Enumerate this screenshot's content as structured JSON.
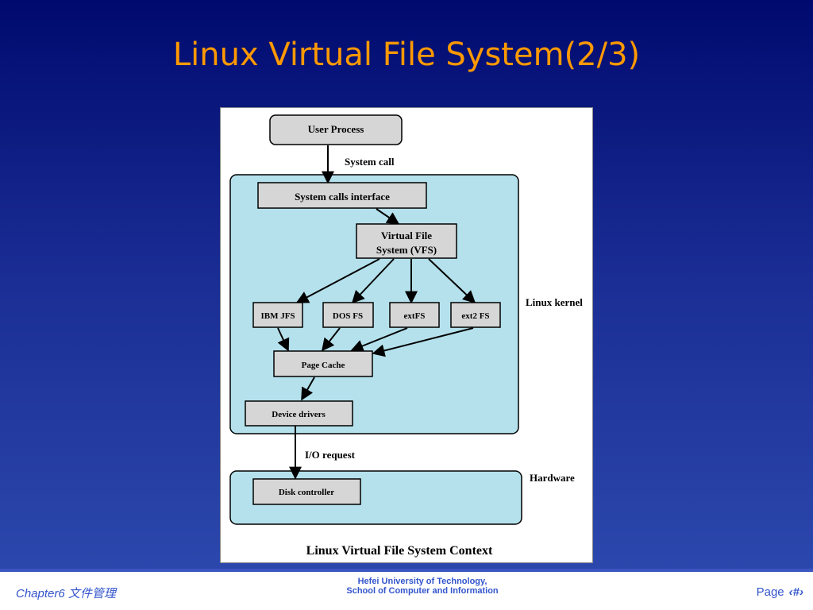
{
  "slide": {
    "title": "Linux Virtual File System(2/3)"
  },
  "diagram": {
    "nodes": {
      "user_process": "User Process",
      "syscall_interface": "System calls interface",
      "vfs_line1": "Virtual File",
      "vfs_line2": "System (VFS)",
      "ibm_jfs": "IBM JFS",
      "dos_fs": "DOS FS",
      "extfs": "extFS",
      "ext2fs": "ext2 FS",
      "page_cache": "Page Cache",
      "device_drivers": "Device drivers",
      "disk_controller": "Disk controller"
    },
    "labels": {
      "system_call": "System call",
      "io_request": "I/O request",
      "linux_kernel": "Linux kernel",
      "hardware": "Hardware"
    },
    "caption": "Linux Virtual File System Context",
    "colors": {
      "region_fill": "#b4e1ec",
      "node_fill": "#d6d6d6",
      "title_color": "#ff9900",
      "footer_text": "#3355cc"
    }
  },
  "footer": {
    "chapter": "Chapter6 文件管理",
    "institution_line1": "Hefei University of Technology,",
    "institution_line2": "School of Computer and Information",
    "page_label": "Page",
    "page_number": "‹#›"
  }
}
